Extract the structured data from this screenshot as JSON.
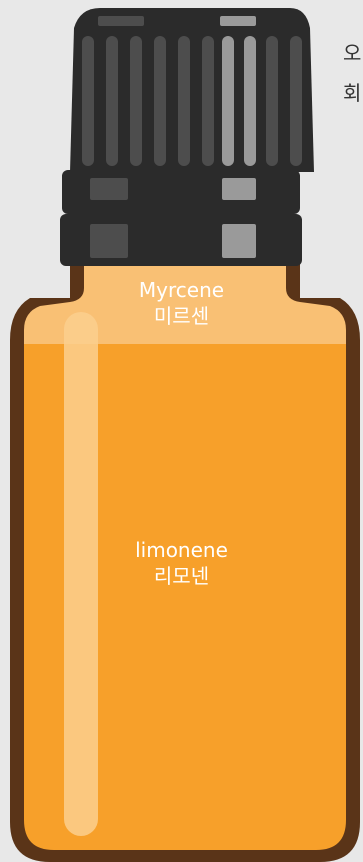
{
  "colors": {
    "background": "#e8e8e8",
    "cap_dark": "#2b2b2b",
    "cap_ridge": "#4d4d4d",
    "cap_highlight": "#9a9a9a",
    "bottle_outline": "#5a3418",
    "liquid": "#f7a02a",
    "neck": "#f9c074",
    "shine": "#fbcf8e",
    "text": "#ffffff"
  },
  "top_layer": {
    "name_en": "Myrcene",
    "name_ko": "미르센"
  },
  "bottom_layer": {
    "name_en": "limonene",
    "name_ko": "리모넨"
  },
  "side_text": {
    "line1": "오",
    "line2": "회"
  }
}
